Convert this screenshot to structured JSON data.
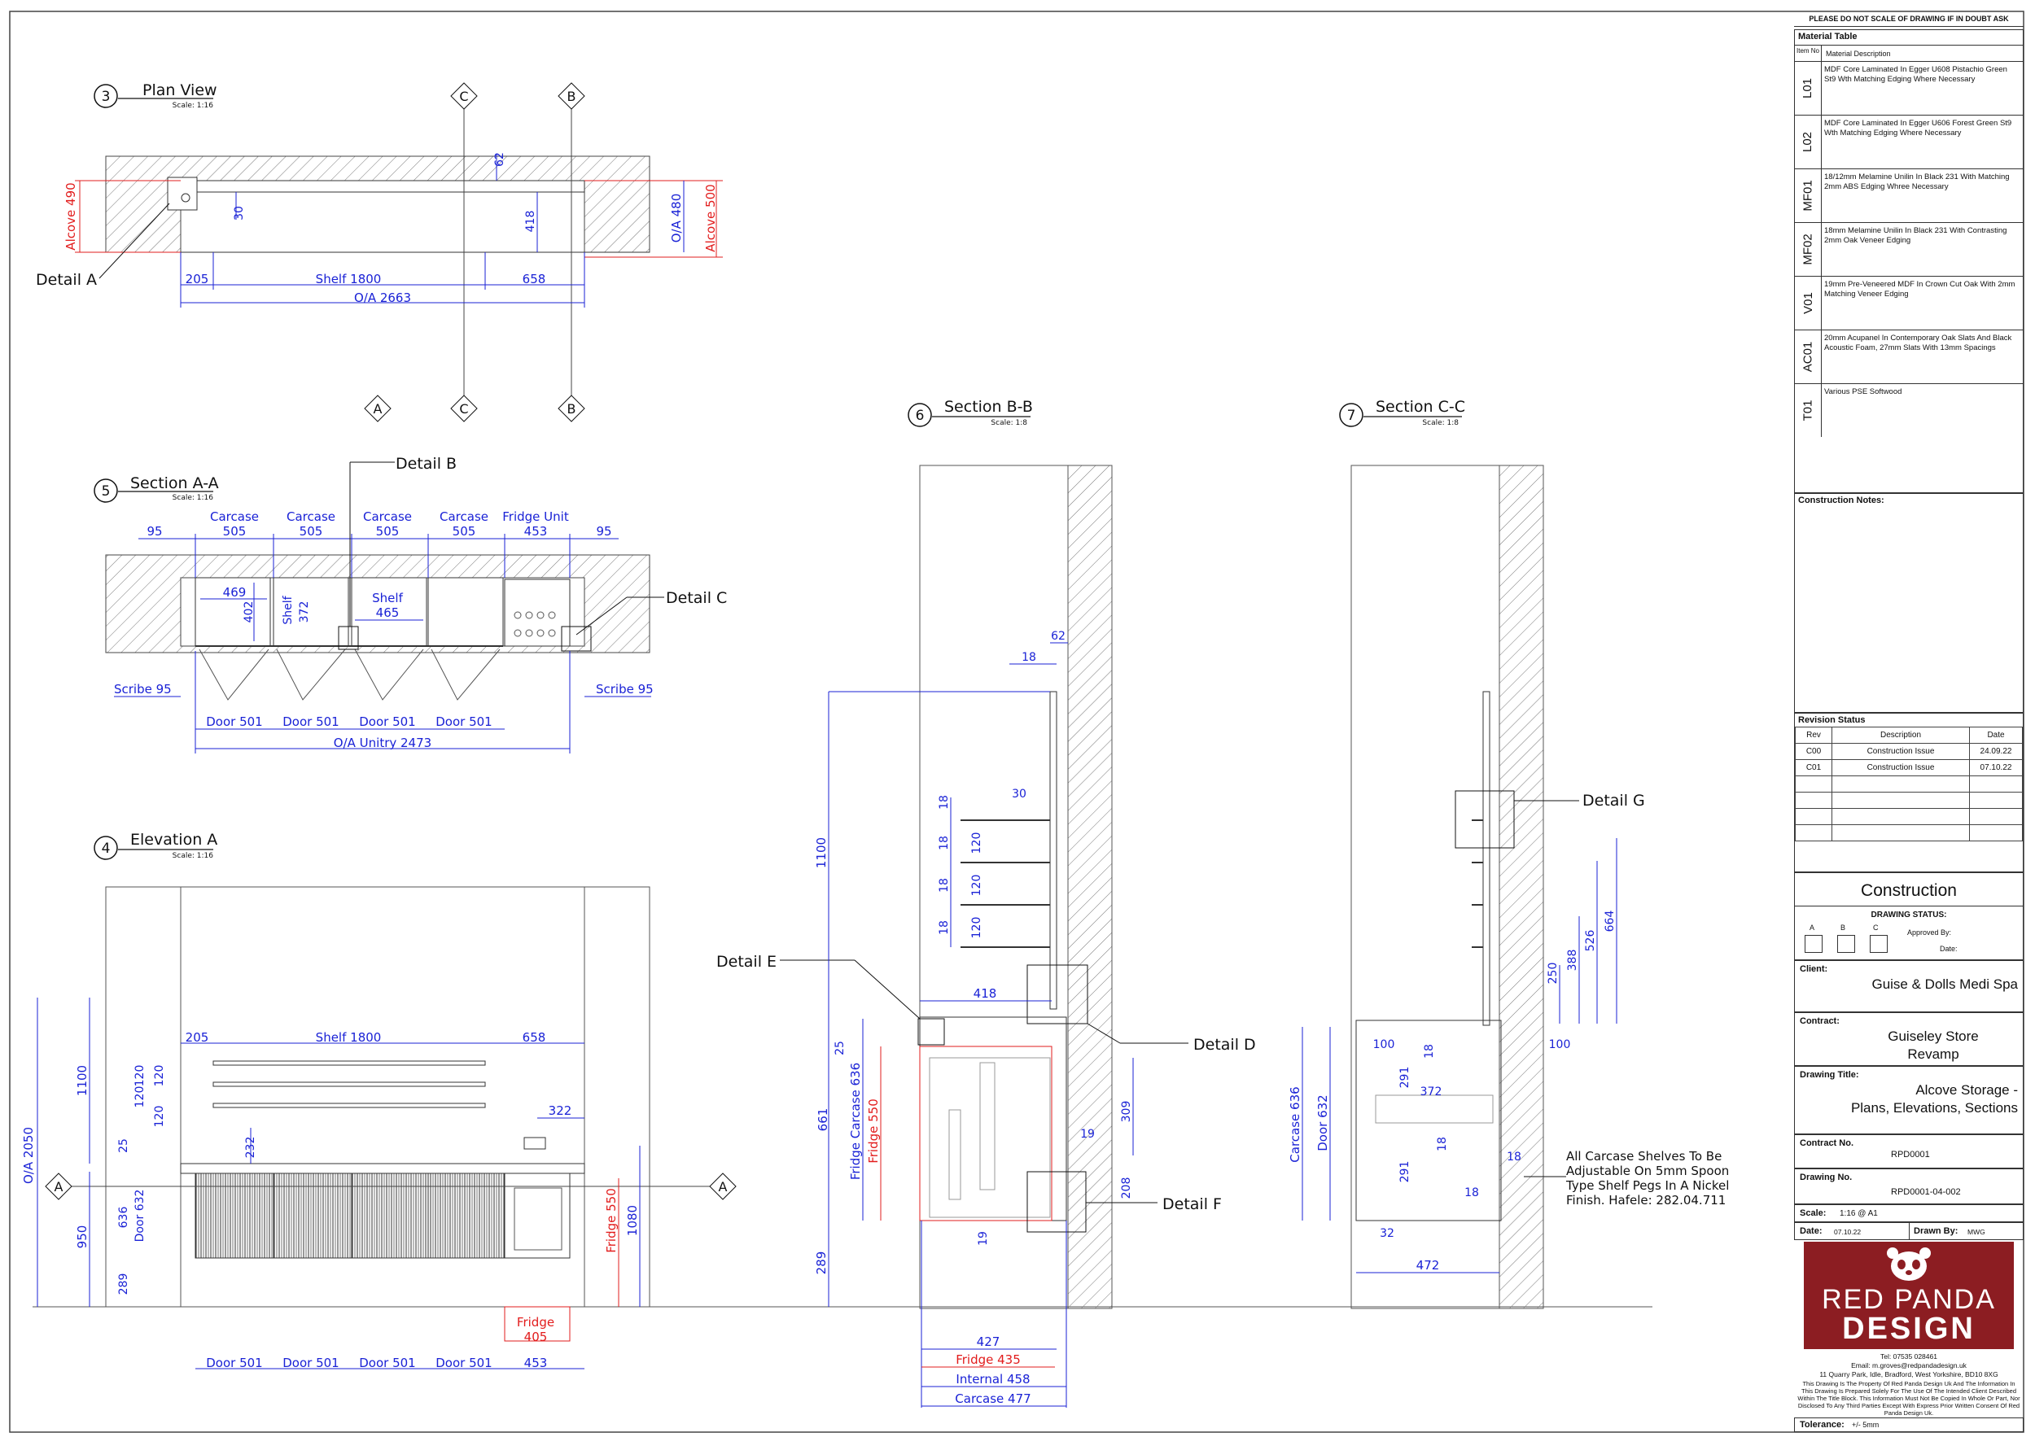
{
  "notice": "PLEASE DO NOT SCALE OF DRAWING IF IN DOUBT ASK",
  "views": {
    "plan": {
      "num": "3",
      "title": "Plan View",
      "scale": "Scale: 1:16"
    },
    "sec_aa": {
      "num": "5",
      "title": "Section A-A",
      "scale": "Scale: 1:16"
    },
    "elev_a": {
      "num": "4",
      "title": "Elevation A",
      "scale": "Scale: 1:16"
    },
    "sec_bb": {
      "num": "6",
      "title": "Section B-B",
      "scale": "Scale: 1:8"
    },
    "sec_cc": {
      "num": "7",
      "title": "Section C-C",
      "scale": "Scale: 1:8"
    }
  },
  "section_markers": {
    "a": "A",
    "b": "B",
    "c": "C"
  },
  "details": {
    "a": "Detail A",
    "b": "Detail B",
    "c": "Detail C",
    "d": "Detail D",
    "e": "Detail E",
    "f": "Detail F",
    "g": "Detail G"
  },
  "plan_dims": {
    "alcove_490": "Alcove 490",
    "alcove_500": "Alcove 500",
    "oa_480": "O/A 480",
    "d62": "62",
    "d30": "30",
    "d418": "418",
    "d205": "205",
    "shelf": "Shelf 1800",
    "d658": "658",
    "oa": "O/A 2663"
  },
  "aa_dims": {
    "carcase": "Carcase",
    "d505": "505",
    "fridge_unit": "Fridge Unit",
    "d453": "453",
    "d95": "95",
    "d469": "469",
    "d402": "402",
    "shelf": "Shelf",
    "d372": "372",
    "d465": "465",
    "scribe": "Scribe 95",
    "door": "Door 501",
    "oa": "O/A Unitry 2473"
  },
  "elev_dims": {
    "d205": "205",
    "shelf": "Shelf 1800",
    "d658": "658",
    "d1100": "1100",
    "d120": "120",
    "oa2050": "O/A 2050",
    "d25": "25",
    "d232": "232",
    "d322": "322",
    "d636": "636",
    "d632": "Door 632",
    "d950": "950",
    "d289": "289",
    "fridge550": "Fridge 550",
    "d1080": "1080",
    "fridge": "Fridge",
    "d405": "405",
    "door": "Door 501",
    "d453": "453"
  },
  "bb_dims": {
    "d62": "62",
    "d18": "18",
    "d30": "30",
    "d120": "120",
    "d1100": "1100",
    "d418": "418",
    "d25": "25",
    "d661": "661",
    "fc636": "Fridge Carcase 636",
    "f550": "Fridge 550",
    "d309": "309",
    "d19": "19",
    "d208": "208",
    "d289": "289",
    "d427": "427",
    "f435": "Fridge 435",
    "i458": "Internal 458",
    "c477": "Carcase 477"
  },
  "cc_dims": {
    "d664": "664",
    "d526": "526",
    "d388": "388",
    "d250": "250",
    "d100": "100",
    "d18": "18",
    "d291": "291",
    "d372": "372",
    "c636": "Carcase 636",
    "dr632": "Door 632",
    "d32": "32",
    "d472": "472"
  },
  "shelf_note": [
    "All Carcase Shelves To Be",
    "Adjustable On 5mm Spoon",
    "Type Shelf Pegs In A Nickel",
    "Finish. Hafele: 282.04.711"
  ],
  "material_table": {
    "title": "Material Table",
    "col_item": "Item No",
    "col_desc": "Material Description",
    "rows": [
      {
        "code": "L01",
        "desc": "MDF Core Laminated In Egger U608 Pistachio Green St9 Wth Matching Edging Where Necessary"
      },
      {
        "code": "L02",
        "desc": "MDF Core Laminated In Egger U606 Forest Green St9 Wth Matching Edging Where Necessary"
      },
      {
        "code": "MF01",
        "desc": "18/12mm Melamine Unilin In Black 231 With Matching 2mm ABS Edging Whree Necessary"
      },
      {
        "code": "MF02",
        "desc": "18mm Melamine Unilin In Black 231 With Contrasting 2mm Oak Veneer Edging"
      },
      {
        "code": "V01",
        "desc": "19mm Pre-Veneered MDF In Crown Cut Oak With 2mm Matching Veneer Edging"
      },
      {
        "code": "AC01",
        "desc": "20mm Acupanel In Contemporary Oak Slats And Black Acoustic Foam, 27mm Slats With 13mm Spacings"
      },
      {
        "code": "T01",
        "desc": "Various PSE Softwood"
      }
    ]
  },
  "construction_notes": "Construction Notes:",
  "revision": {
    "title": "Revision Status",
    "headers": [
      "Rev",
      "Description",
      "Date"
    ],
    "rows": [
      [
        "C00",
        "Construction Issue",
        "24.09.22"
      ],
      [
        "C01",
        "Construction Issue",
        "07.10.22"
      ]
    ]
  },
  "status": {
    "heading": "Construction",
    "drawing_status": "DRAWING STATUS:",
    "options": [
      "A",
      "B",
      "C"
    ],
    "approved_by": "Approved By:",
    "date": "Date:"
  },
  "client": {
    "label": "Client:",
    "value": "Guise & Dolls Medi Spa"
  },
  "contract": {
    "label": "Contract:",
    "value1": "Guiseley Store",
    "value2": "Revamp"
  },
  "drawing_title": {
    "label": "Drawing Title:",
    "value1": "Alcove Storage -",
    "value2": "Plans, Elevations, Sections"
  },
  "contract_no": {
    "label": "Contract No.",
    "value": "RPD0001"
  },
  "drawing_no": {
    "label": "Drawing No.",
    "value": "RPD0001-04-002"
  },
  "scale": {
    "label": "Scale:",
    "value": "1:16 @ A1"
  },
  "date": {
    "label": "Date:",
    "value": "07.10.22"
  },
  "drawn_by": {
    "label": "Drawn By:",
    "value": "MWG"
  },
  "logo": {
    "line1": "RED PANDA",
    "line2": "DESIGN"
  },
  "contact": {
    "tel": "Tel: 07535 028461",
    "email": "Email: m.groves@redpandadesign.uk",
    "address": "11 Quarry Park, Idle, Bradford, West Yorkshire, BD10 8XG"
  },
  "disclaimer": "This Drawing Is The Property Of Red Panda Design Uk And The Information In This Drawing Is Prepared Solely For The Use Of The Intended Client Described Within The Title Block. This Information Must Not Be Copied In Whole Or Part, Nor Disclosed To Any Third Parties Except With Express Prior Written Consent Of Red Panda Design Uk.",
  "tolerance": {
    "label": "Tolerance:",
    "value": "+/- 5mm"
  },
  "colors": {
    "dimension": "#1a22d6",
    "fridge": "#e21c1c",
    "logo": "#8c1d22"
  }
}
